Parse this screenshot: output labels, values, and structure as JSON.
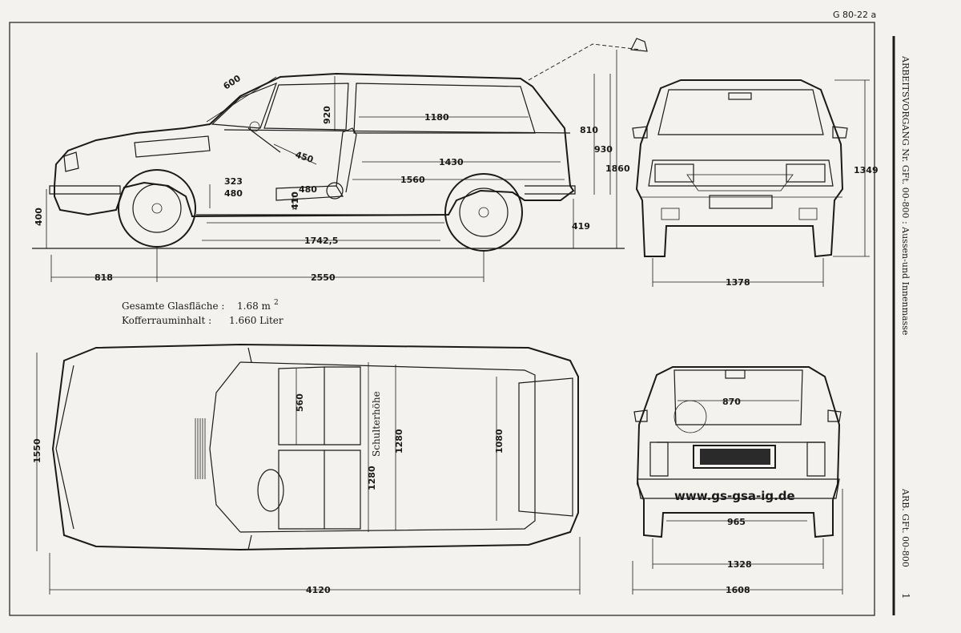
{
  "header": {
    "sheet_code": "G 80-22 a"
  },
  "sidebar": {
    "title": "ARBEITSVORGANG Nr. GFt. 00-800 : Aussen-und Innenmasse",
    "ref": "ARB. GFt. 00-800",
    "page": "1"
  },
  "info": {
    "glass_label": "Gesamte Glasfläche :",
    "glass_value": "1.68 m",
    "glass_sup": "2",
    "trunk_label": "Kofferrauminhalt :",
    "trunk_value": "1.660 Liter"
  },
  "side_view": {
    "d600": "600",
    "d920": "920",
    "d1180": "1180",
    "d810": "810",
    "d930": "930",
    "d1860": "1860",
    "d450": "450",
    "d1430": "1430",
    "d1560": "1560",
    "d323": "323",
    "d480a": "480",
    "d480b": "480",
    "d410": "410",
    "d400": "400",
    "d419": "419",
    "d1742": "1742,5",
    "d818": "818",
    "d2550": "2550"
  },
  "front_view": {
    "d1349": "1349",
    "d1378": "1378"
  },
  "top_view": {
    "d1550": "1550",
    "d560": "560",
    "d1280a": "1280",
    "shoulder": "Schulterhöhe",
    "d1280b": "1280",
    "d1080": "1080",
    "d4120": "4120"
  },
  "rear_view": {
    "d870": "870",
    "watermark": "www.gs-gsa-ig.de",
    "d965": "965",
    "d1328": "1328",
    "d1608": "1608"
  }
}
